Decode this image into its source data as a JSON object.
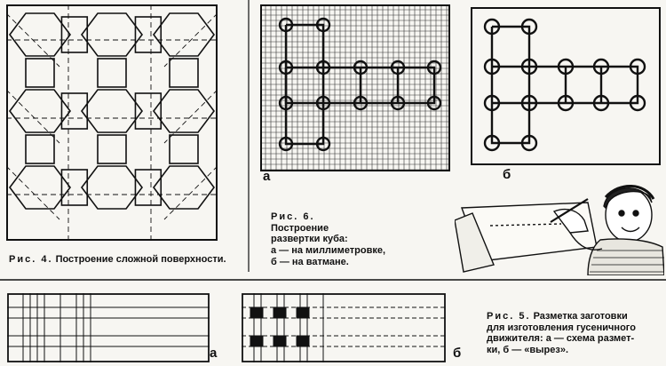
{
  "fig4": {
    "caption_prefix": "Рис. 4.",
    "caption_text": "Построение сложной поверхности."
  },
  "fig6": {
    "label_a": "а",
    "label_b": "б",
    "caption_prefix": "Рис. 6.",
    "caption_line1": "Построение",
    "caption_line2": "развертки куба:",
    "caption_line3": "а — на миллиметровке,",
    "caption_line4": "б — на ватмане."
  },
  "fig5": {
    "label_a": "а",
    "label_b": "б",
    "caption_prefix": "Рис. 5.",
    "caption_line1": "Разметка заготовки",
    "caption_line2": "для изготовления гусеничного",
    "caption_line3": "движителя: а — схема размет-",
    "caption_line4": "ки, б — «вырез»."
  },
  "colors": {
    "ink": "#111111",
    "paper": "#f7f6f2"
  }
}
